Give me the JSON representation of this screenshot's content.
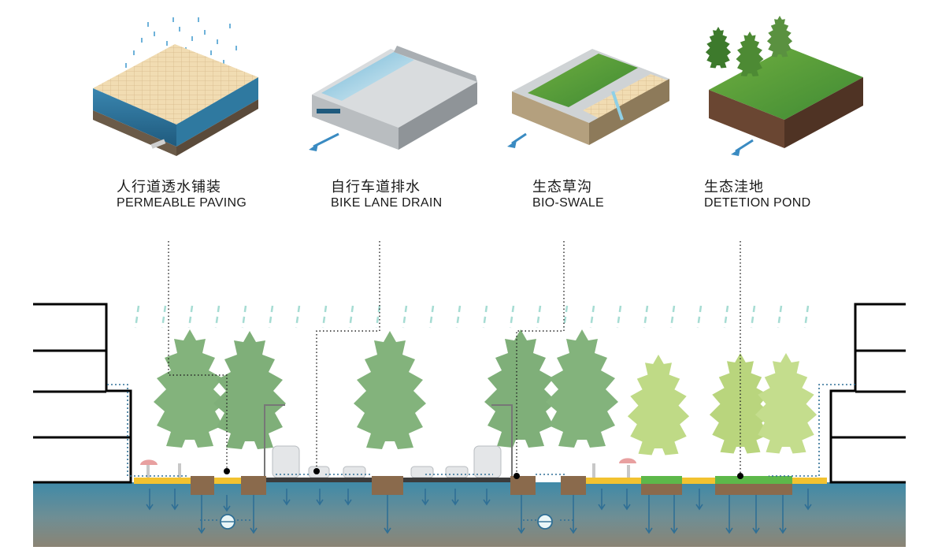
{
  "techniques": [
    {
      "zh": "人行道透水铺装",
      "en": "PERMEABLE PAVING"
    },
    {
      "zh": "自行车道排水",
      "en": "BIKE LANE DRAIN"
    },
    {
      "zh": "生态草沟",
      "en": "BIO-SWALE"
    },
    {
      "zh": "生态洼地",
      "en": "DETETION POND"
    }
  ],
  "colors": {
    "water": "#2f6f95",
    "rain": "#8ccfc6",
    "tree_dark": "#72a96b",
    "tree_light": "#b7d576",
    "ground_top": "#4a8fa8",
    "ground_bottom": "#8a8272",
    "soil": "#8a6a4c",
    "paving_yellow": "#f2c230",
    "grass": "#5db84a"
  }
}
